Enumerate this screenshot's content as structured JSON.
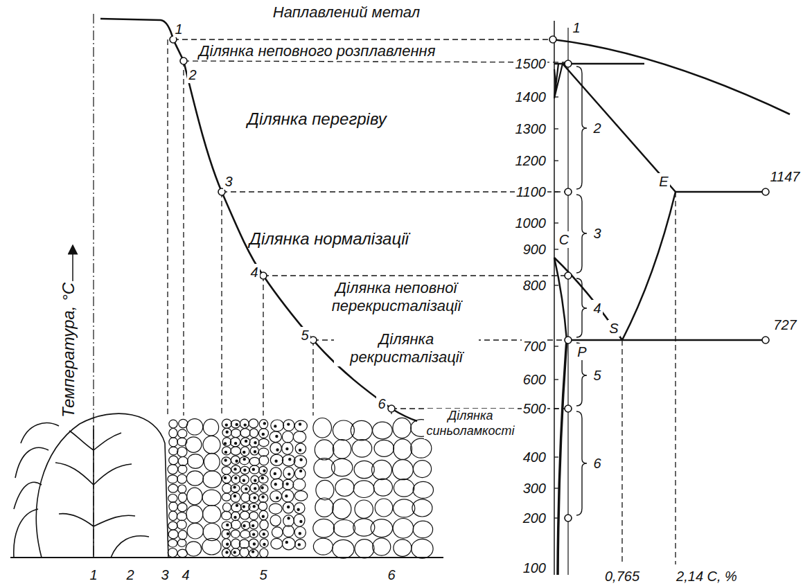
{
  "diagram": {
    "labels": [
      "Наплавлений метал",
      "Ділянка неповного розплавлення",
      "Ділянка перегріву",
      "Ділянка нормалізації",
      "Ділянка неповної перекристалізації",
      "Ділянка рекристалізації",
      "Ділянка синьоламкості",
      "Температура, °С",
      "1",
      "2",
      "3",
      "4",
      "5",
      "6",
      "1500",
      "1400",
      "1300",
      "1200",
      "1100",
      "1000",
      "900",
      "800",
      "700",
      "600",
      "500",
      "400",
      "300",
      "200",
      "100",
      "1147",
      "727",
      "E",
      "S",
      "C",
      "P",
      "1",
      "2",
      "3",
      "4",
      "5",
      "6",
      "1",
      "2",
      "3",
      "4",
      "5",
      "6",
      "0,765",
      "2,14 C, %"
    ]
  }
}
